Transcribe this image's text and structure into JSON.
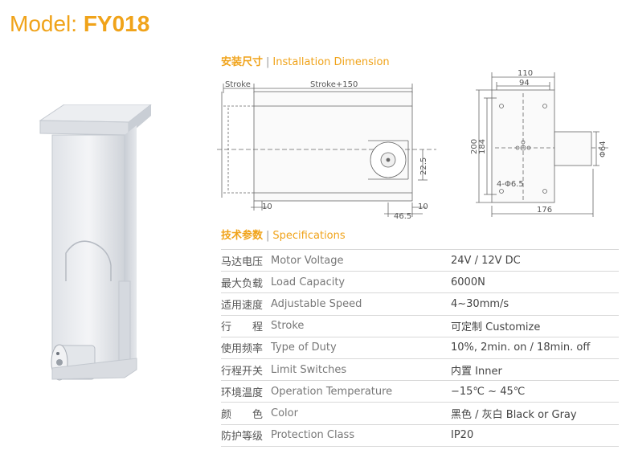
{
  "header": {
    "model_label": "Model:",
    "model_code": "FY018"
  },
  "installation": {
    "cn": "安装尺寸",
    "en": "Installation Dimension",
    "side": {
      "stroke": "Stroke",
      "stroke_150": "Stroke+150",
      "d_10_top": "10",
      "d_22_5": "22.5",
      "d_46_5": "46.5",
      "d_10_bottom": "10"
    },
    "front": {
      "w110": "110",
      "w94": "94",
      "h200": "200",
      "h184": "184",
      "holes": "4-Φ6.5",
      "dia64": "Φ64",
      "w176": "176"
    }
  },
  "specifications": {
    "cn": "技术参数",
    "en": "Specifications",
    "rows": [
      {
        "cn": "马达电压",
        "en": "Motor Voltage",
        "value": "24V / 12V DC"
      },
      {
        "cn": "最大负载",
        "en": "Load Capacity",
        "value": "6000N"
      },
      {
        "cn": "适用速度",
        "en": "Adjustable Speed",
        "value": "4~30mm/s"
      },
      {
        "cn": "行　　程",
        "en": "Stroke",
        "value": "可定制 Customize"
      },
      {
        "cn": "使用频率",
        "en": "Type of Duty",
        "value": "10%, 2min. on / 18min. off"
      },
      {
        "cn": "行程开关",
        "en": "Limit Switches",
        "value": "内置 Inner"
      },
      {
        "cn": "环境温度",
        "en": "Operation Temperature",
        "value": "−15℃ ~ 45℃"
      },
      {
        "cn": "颜　　色",
        "en": "Color",
        "value": "黑色 / 灰白 Black or Gray"
      },
      {
        "cn": "防护等级",
        "en": "Protection Class",
        "value": "IP20"
      }
    ]
  },
  "colors": {
    "accent": "#f0a31a",
    "line": "#d8d8d8"
  }
}
